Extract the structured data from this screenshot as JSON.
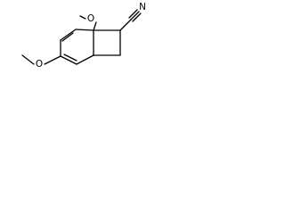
{
  "structure": {
    "atoms": [
      {
        "id": "n1",
        "label": "N"
      },
      {
        "id": "o1",
        "label": "O"
      },
      {
        "id": "o2",
        "label": "O"
      }
    ]
  },
  "colors": {
    "bond": "#000000",
    "label": "#000000",
    "background": "#ffffff"
  }
}
